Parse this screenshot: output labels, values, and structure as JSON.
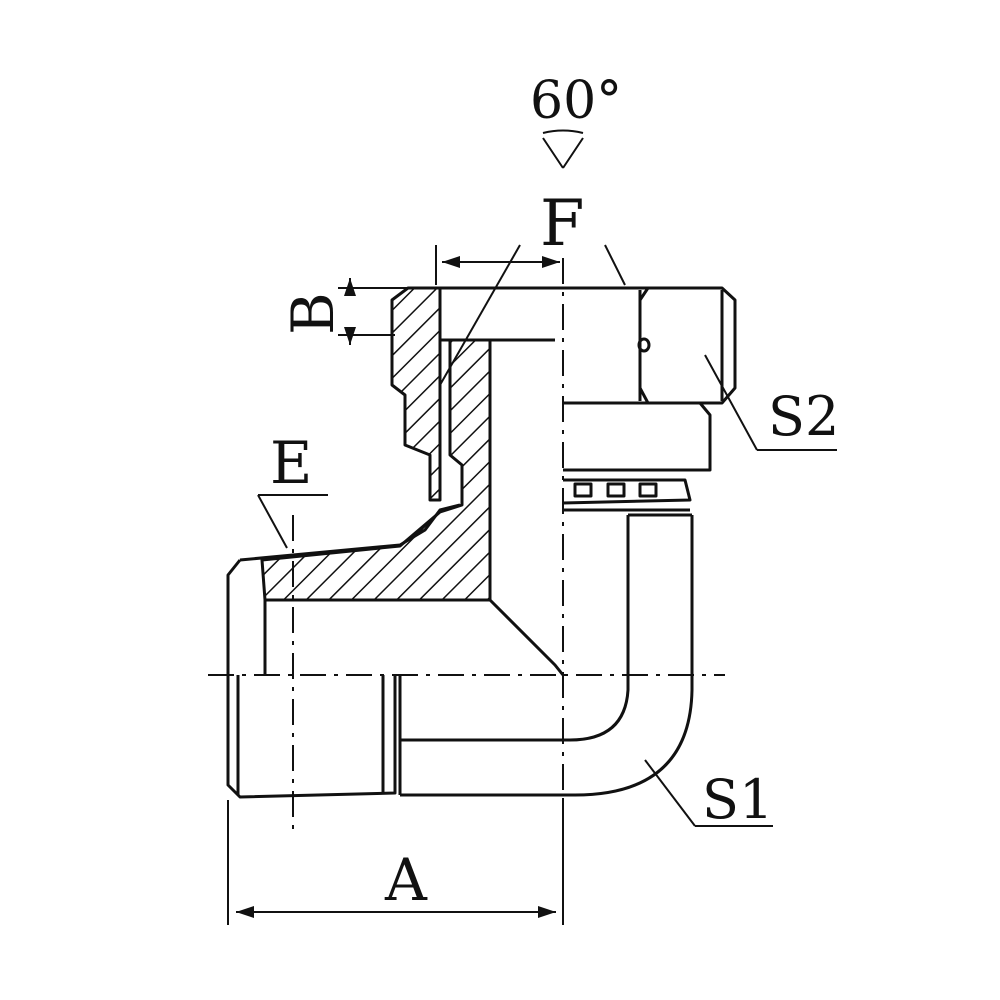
{
  "diagram": {
    "labels": {
      "angle": "60°",
      "F": "F",
      "B": "B",
      "E": "E",
      "S2": "S2",
      "S1": "S1",
      "A": "A"
    },
    "colors": {
      "stroke": "#111111",
      "background": "#ffffff"
    }
  }
}
